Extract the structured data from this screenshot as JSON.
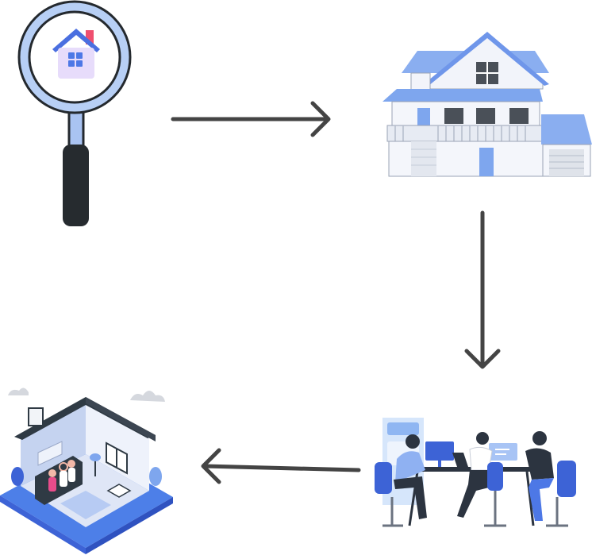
{
  "diagram": {
    "nodes": [
      {
        "id": "search",
        "icon": "magnifier-house-icon"
      },
      {
        "id": "house",
        "icon": "two-story-house-icon"
      },
      {
        "id": "team",
        "icon": "office-team-meeting-icon"
      },
      {
        "id": "home",
        "icon": "family-living-room-icon"
      }
    ],
    "edges": [
      {
        "from": "search",
        "to": "house",
        "direction": "right"
      },
      {
        "from": "house",
        "to": "team",
        "direction": "down"
      },
      {
        "from": "team",
        "to": "home",
        "direction": "left"
      }
    ],
    "colors": {
      "accent_blue": "#7ea6ee",
      "dark_blue": "#3d63d6",
      "arrow": "#444444",
      "dark_slate": "#2f3a44",
      "handle": "#262b2f"
    }
  }
}
